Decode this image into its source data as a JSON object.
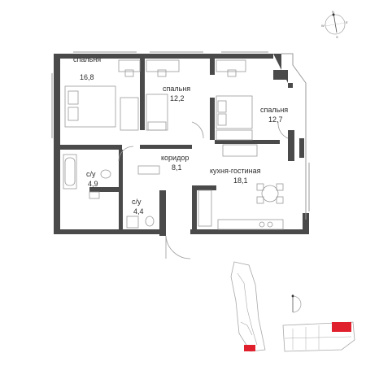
{
  "rooms": [
    {
      "name": "спальня",
      "area": "16,8"
    },
    {
      "name": "спальня",
      "area": "12,2"
    },
    {
      "name": "спальня",
      "area": "12,7"
    },
    {
      "name": "коридор",
      "area": "8,1"
    },
    {
      "name": "кухня-гостиная",
      "area": "18,1"
    },
    {
      "name": "с/у",
      "area": "4,9"
    },
    {
      "name": "с/у",
      "area": "4,4"
    }
  ],
  "compass": {
    "letters": [
      "N",
      "E",
      "S",
      "W"
    ]
  },
  "colors": {
    "wall": "#4a4a4a",
    "furniture": "#9a9a9a",
    "accent": "#e0202c",
    "keyplan": "#a8a8a8"
  }
}
